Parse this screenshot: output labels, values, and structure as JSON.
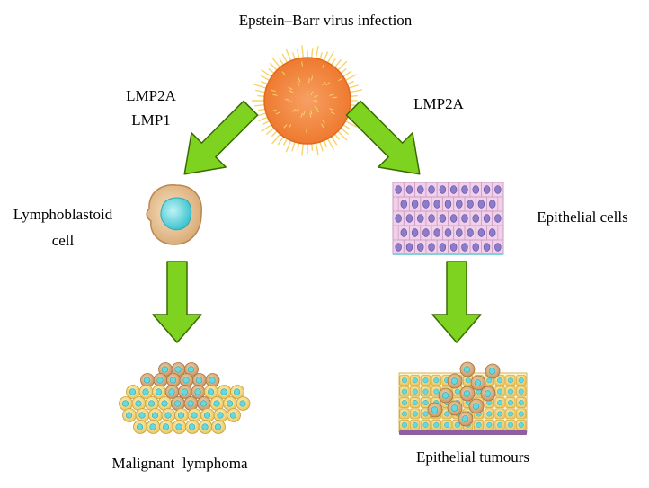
{
  "title": "Epstein–Barr virus infection",
  "left_branch": {
    "proteins": [
      "LMP2A",
      "LMP1"
    ],
    "cell_label": [
      "Lymphoblastoid",
      "cell"
    ],
    "outcome": "Malignant  lymphoma"
  },
  "right_branch": {
    "proteins": [
      "LMP2A"
    ],
    "cell_label": "Epithelial cells",
    "outcome": "Epithelial tumours"
  },
  "colors": {
    "arrow_fill": "#7ed321",
    "arrow_stroke": "#3b6b00",
    "virus_body": "#f4833a",
    "virus_spike": "#f7d36b",
    "cell_cyan": "#66d9e0",
    "cell_tan": "#e8c79a",
    "cell_yellow": "#f8e28e",
    "epithelium_pink": "#f1c6e4",
    "nucleus_purple": "#8c7cc9"
  }
}
